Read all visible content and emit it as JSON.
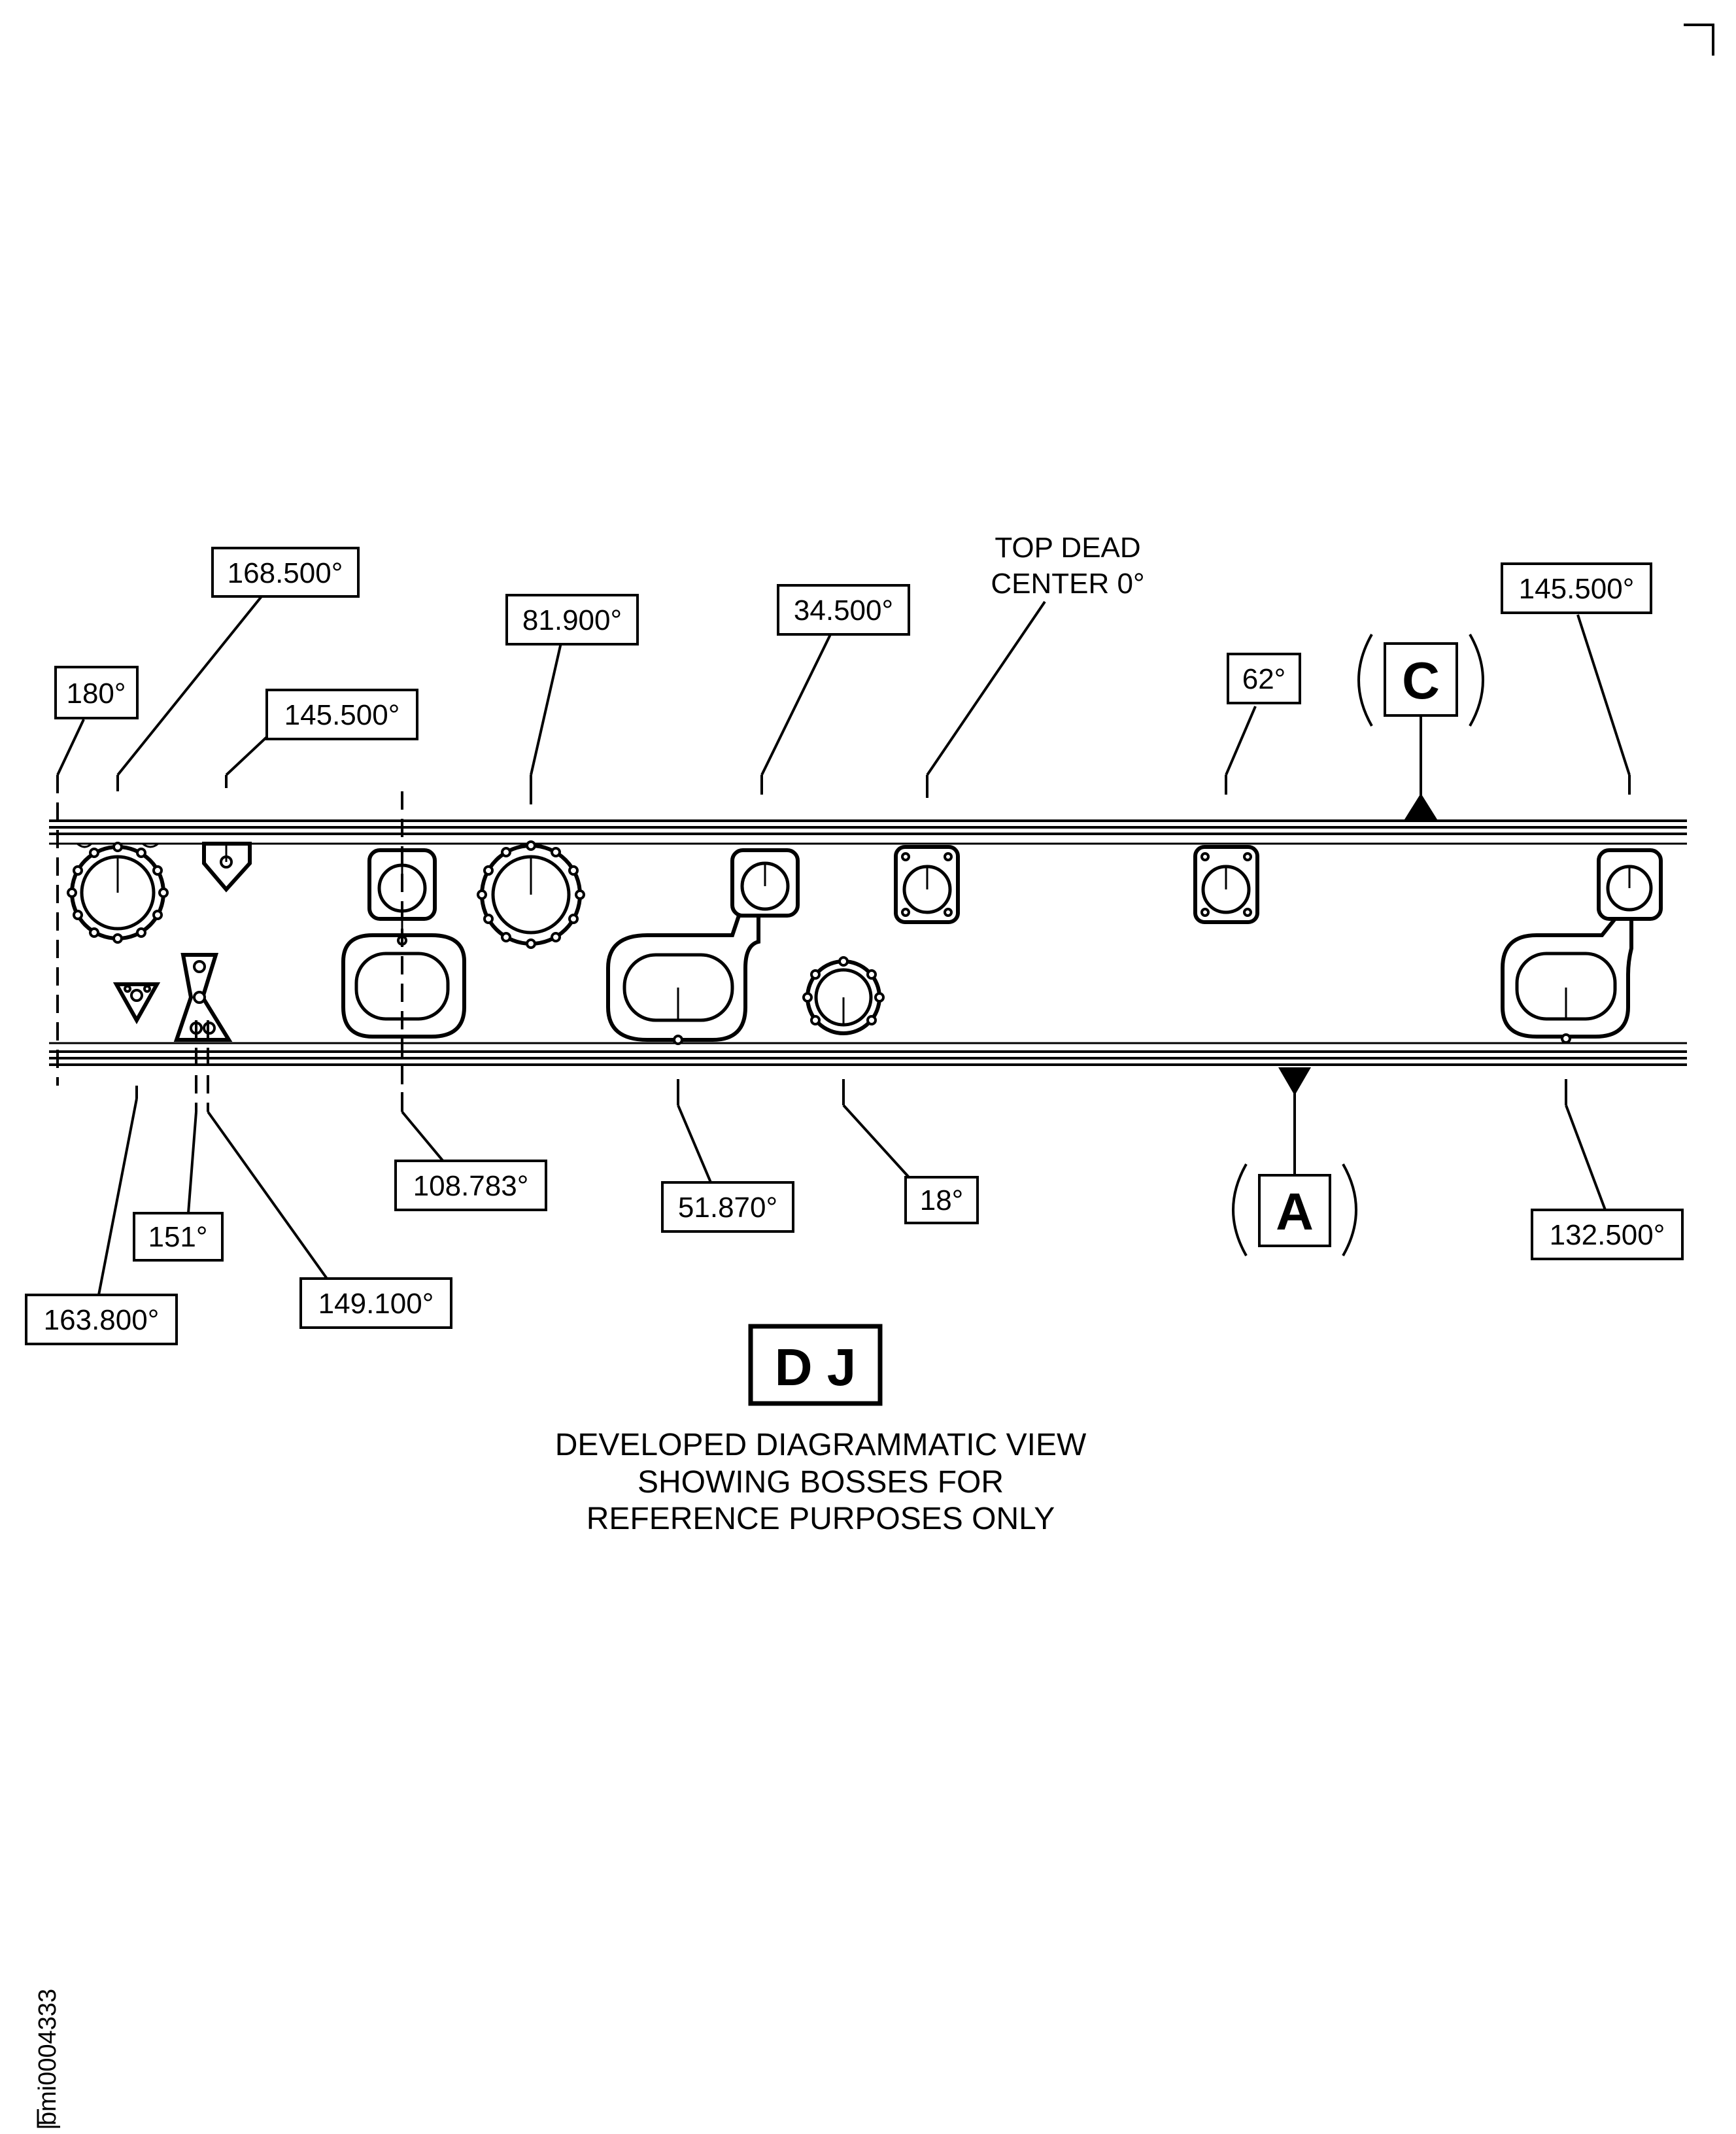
{
  "angle_labels": [
    {
      "id": "lbl-180",
      "text": "180°"
    },
    {
      "id": "lbl-168-500",
      "text": "168.500°"
    },
    {
      "id": "lbl-145-500-left",
      "text": "145.500°"
    },
    {
      "id": "lbl-81-900",
      "text": "81.900°"
    },
    {
      "id": "lbl-34-500",
      "text": "34.500°"
    },
    {
      "id": "lbl-62",
      "text": "62°"
    },
    {
      "id": "lbl-145-500-right",
      "text": "145.500°"
    },
    {
      "id": "lbl-163-800",
      "text": "163.800°"
    },
    {
      "id": "lbl-151",
      "text": "151°"
    },
    {
      "id": "lbl-149-100",
      "text": "149.100°"
    },
    {
      "id": "lbl-108-783",
      "text": "108.783°"
    },
    {
      "id": "lbl-51-870",
      "text": "51.870°"
    },
    {
      "id": "lbl-18",
      "text": "18°"
    },
    {
      "id": "lbl-132-500",
      "text": "132.500°"
    }
  ],
  "top_dead_center": {
    "line1": "TOP DEAD",
    "line2": "CENTER 0°"
  },
  "view_refs": {
    "c": "C",
    "a": "A"
  },
  "view_label": "D J",
  "note": {
    "line1": "DEVELOPED DIAGRAMMATIC VIEW",
    "line2": "SHOWING BOSSES FOR",
    "line3": "REFERENCE PURPOSES ONLY"
  },
  "figure_id": "bmi0004333"
}
